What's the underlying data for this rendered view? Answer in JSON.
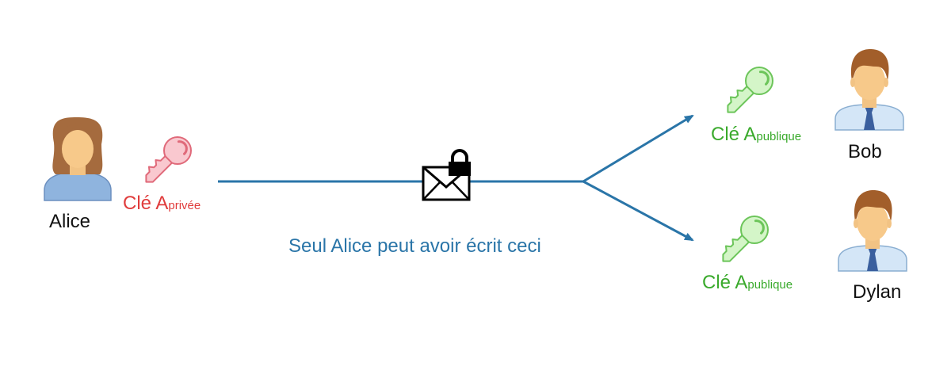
{
  "people": {
    "alice": {
      "name": "Alice"
    },
    "bob": {
      "name": "Bob"
    },
    "dylan": {
      "name": "Dylan"
    }
  },
  "keys": {
    "private": {
      "main": "Clé A",
      "sub": "privée"
    },
    "public_bob": {
      "main": "Clé A",
      "sub": "publique"
    },
    "public_dylan": {
      "main": "Clé A",
      "sub": "publique"
    }
  },
  "message": {
    "caption": "Seul Alice peut avoir écrit ceci",
    "icon": "locked-envelope-icon"
  },
  "colors": {
    "line": "#2a75a8",
    "private_key": "#e03c3c",
    "public_key": "#3aaa2c",
    "caption": "#2a75a8"
  }
}
